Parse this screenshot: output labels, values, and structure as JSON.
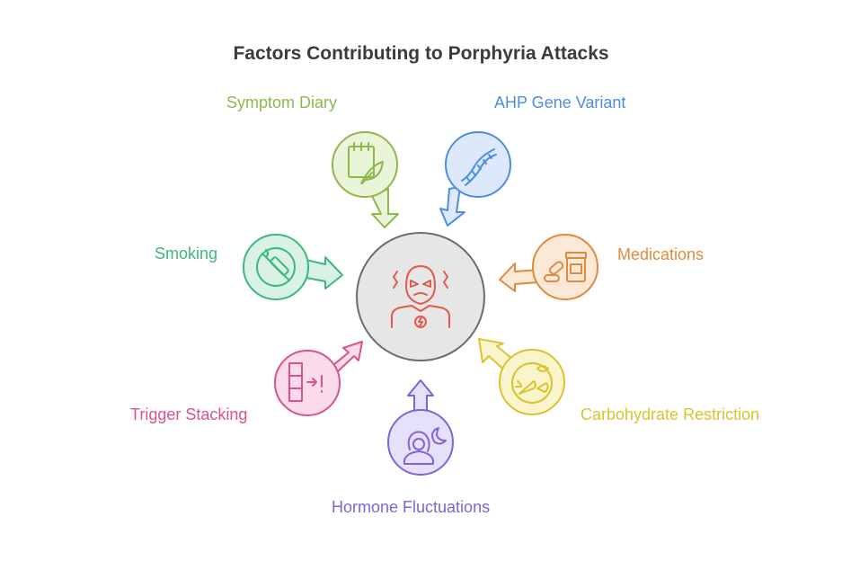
{
  "title": "Factors Contributing to Porphyria Attacks",
  "center": {
    "name": "person-under-attack",
    "color": "#e05a4e",
    "fill": "#e6e6e6",
    "stroke": "#6b6b6b"
  },
  "factors": [
    {
      "key": "symptom-diary",
      "label": "Symptom Diary",
      "color": "#8db84a",
      "fill": "#eaf4d9",
      "icon": "notepad-leaf-icon"
    },
    {
      "key": "ahp-gene-variant",
      "label": "AHP Gene Variant",
      "color": "#4a8ee0",
      "fill": "#dde9fb",
      "icon": "dna-icon"
    },
    {
      "key": "medications",
      "label": "Medications",
      "color": "#e08a3c",
      "fill": "#fbe8d7",
      "icon": "pills-bottle-icon"
    },
    {
      "key": "carbohydrate-restriction",
      "label": "Carbohydrate Restriction",
      "color": "#d9c32e",
      "fill": "#faf4cc",
      "icon": "carrot-plate-icon"
    },
    {
      "key": "hormone-fluctuations",
      "label": "Hormone Fluctuations",
      "color": "#7d65d8",
      "fill": "#e6e0fa",
      "icon": "woman-moon-icon"
    },
    {
      "key": "trigger-stacking",
      "label": "Trigger Stacking",
      "color": "#d9528f",
      "fill": "#fadbe9",
      "icon": "stacked-blocks-icon"
    },
    {
      "key": "smoking",
      "label": "Smoking",
      "color": "#3cb87a",
      "fill": "#d9f2e5",
      "icon": "no-smoking-icon"
    }
  ]
}
